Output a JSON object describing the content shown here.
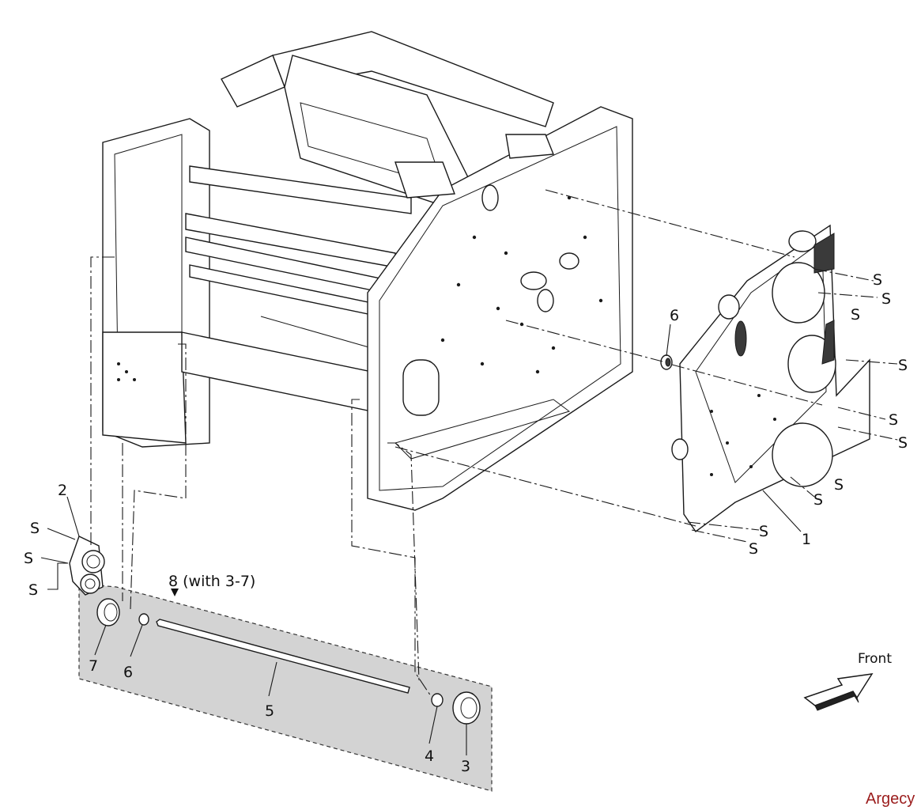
{
  "callouts": {
    "p1": "1",
    "p2": "2",
    "p3": "3",
    "p4": "4",
    "p5": "5",
    "p6_upper": "6",
    "p6_lower": "6",
    "p7": "7",
    "p8": "8 (with 3-7)"
  },
  "screw_label": "S",
  "orientation": {
    "label": "Front",
    "icon": "front-arrow-icon"
  },
  "watermark": "Argecy",
  "colors": {
    "kit_fill": "#d3d3d3",
    "watermark": "#9b1c1c",
    "line": "#1a1a1a"
  }
}
